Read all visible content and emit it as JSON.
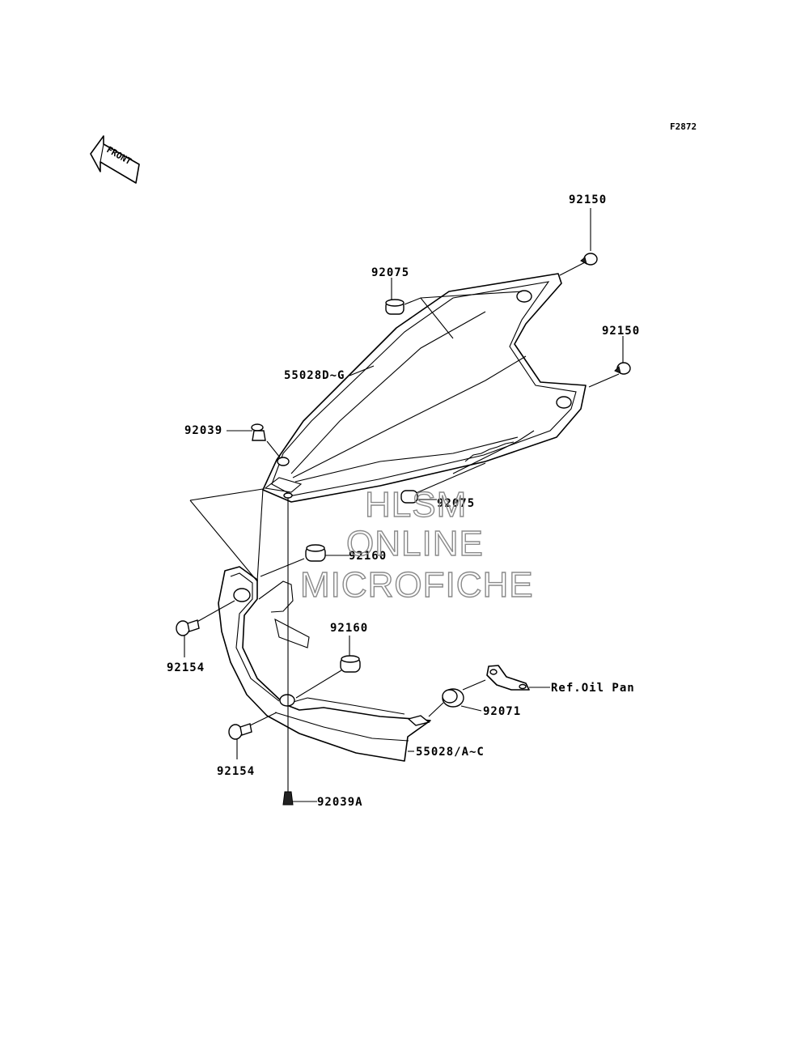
{
  "diagram": {
    "figure_code": "F2872",
    "front_arrow_text": "FRONT",
    "watermark": {
      "line1": "HLSM",
      "line2": "ONLINE",
      "line3": "MICROFICHE"
    },
    "labels": {
      "p92150_top": "92150",
      "p92075_top": "92075",
      "p92150_right": "92150",
      "p55028dg": "55028D~G",
      "p92039": "92039",
      "p92075_mid": "92075",
      "p92160_upper": "92160",
      "p92154_left": "92154",
      "p92160_lower": "92160",
      "p_ref_oil_pan": "Ref.Oil Pan",
      "p92071": "92071",
      "p92154_bottom": "92154",
      "p55028ac": "55028/A~C",
      "p92039a": "92039A"
    }
  }
}
